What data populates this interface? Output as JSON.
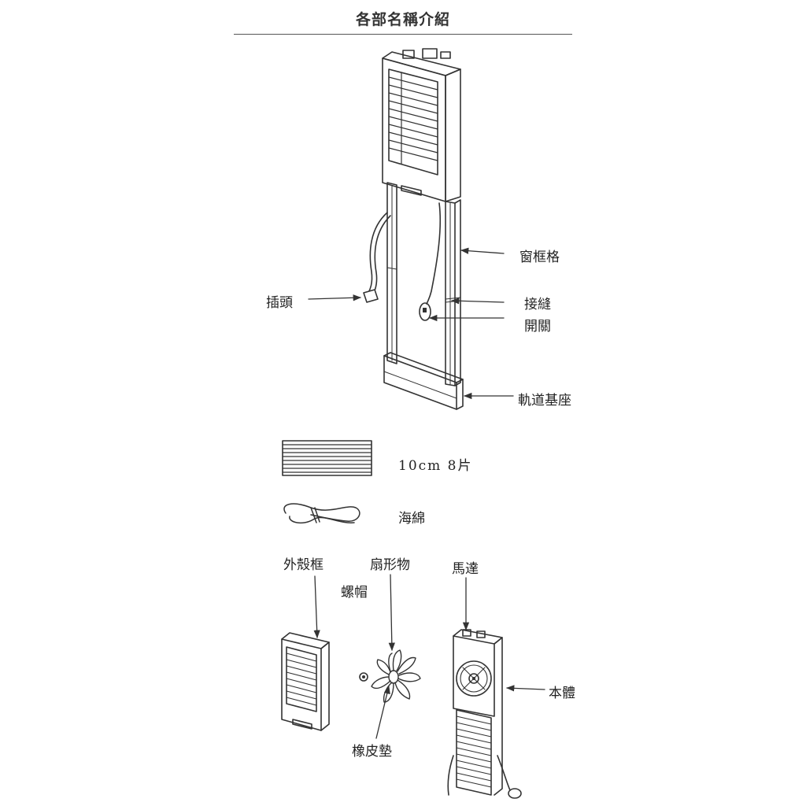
{
  "title": "各部名稱介紹",
  "labels": {
    "window_frame": "窗框格",
    "plug": "插頭",
    "joint": "接縫",
    "switch": "開關",
    "rail_base": "軌道基座",
    "louver_spec": "10cm 8片",
    "sponge": "海綿",
    "outer_frame": "外殼框",
    "fan_blade": "扇形物",
    "motor": "馬達",
    "nut": "螺帽",
    "body": "本體",
    "rubber_pad": "橡皮墊"
  }
}
